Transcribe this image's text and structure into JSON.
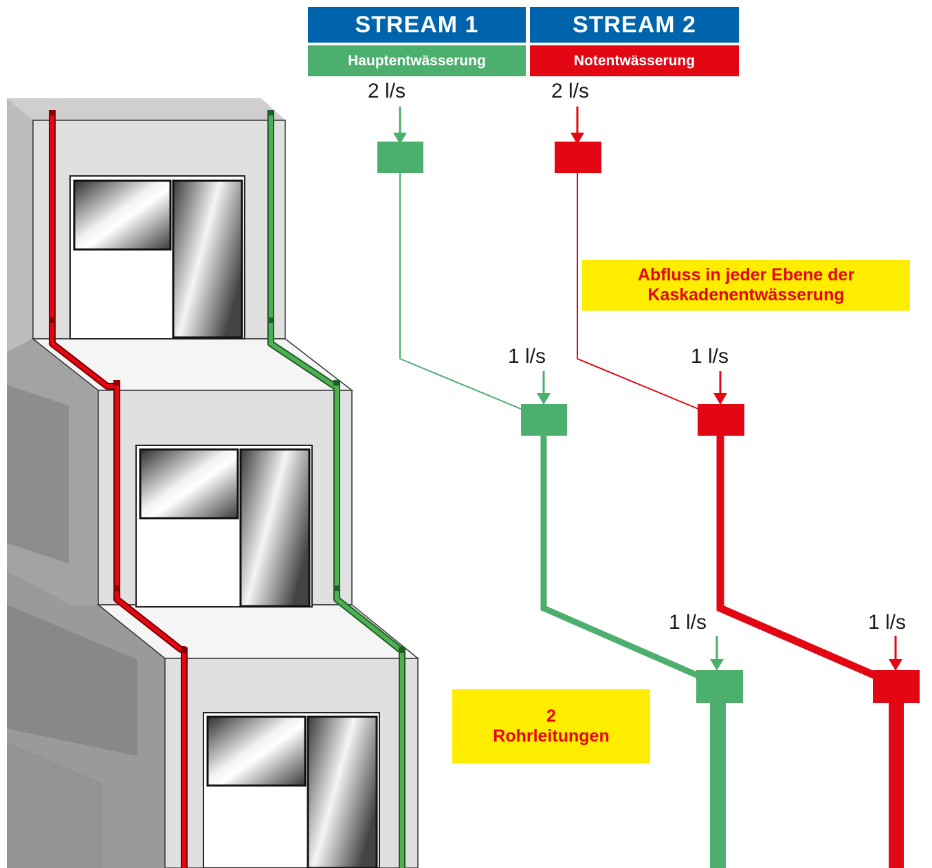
{
  "header": {
    "stream1_title": "STREAM 1",
    "stream1_subtitle": "Hauptentwässerung",
    "stream2_title": "STREAM 2",
    "stream2_subtitle": "Notentwässerung"
  },
  "flows": {
    "s1_level1": "2 l/s",
    "s2_level1": "2 l/s",
    "s1_level2": "1 l/s",
    "s2_level2": "1 l/s",
    "s1_level3": "1 l/s",
    "s2_level3": "1 l/s"
  },
  "notes": {
    "cascade_line1": "Abfluss in jeder Ebene der",
    "cascade_line2": "Kaskadenentwässerung",
    "pipes_line1": "2",
    "pipes_line2": "Rohrleitungen"
  },
  "colors": {
    "blue": "#0064ac",
    "green": "#4caf6e",
    "red": "#e30613",
    "yellow": "#ffed00"
  }
}
